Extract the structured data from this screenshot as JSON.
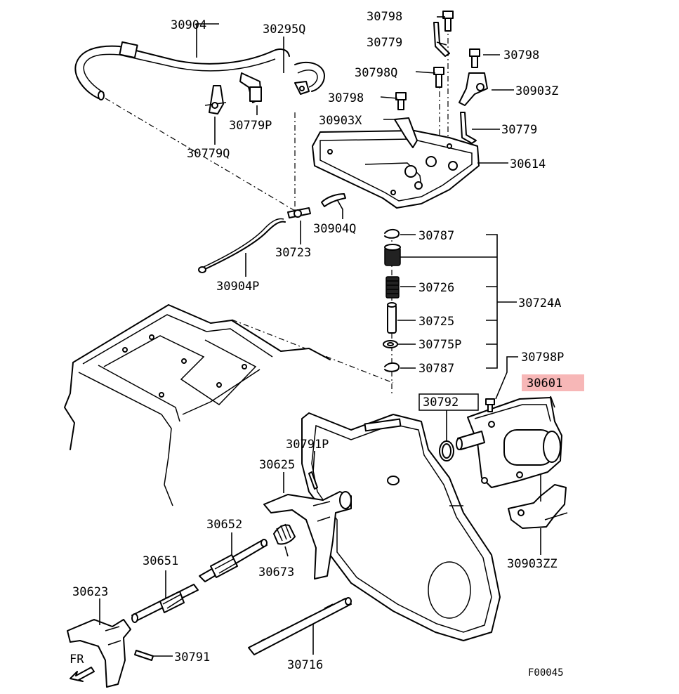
{
  "labels": {
    "p30904": "30904",
    "p30295q": "30295Q",
    "p30798_a": "30798",
    "p30779_a": "30779",
    "p30798_b": "30798",
    "p30798q": "30798Q",
    "p30903z": "30903Z",
    "p30798_c": "30798",
    "p30779p": "30779P",
    "p30903x": "30903X",
    "p30779_b": "30779",
    "p30779q": "30779Q",
    "p30614": "30614",
    "p30904q": "30904Q",
    "p30723": "30723",
    "p30787_a": "30787",
    "p30904p": "30904P",
    "p30726": "30726",
    "p30724a": "30724A",
    "p30725": "30725",
    "p30775p": "30775P",
    "p30798p": "30798P",
    "p30787_b": "30787",
    "p30601": "30601",
    "p30792": "30792",
    "p30791p": "30791P",
    "p30625": "30625",
    "p30652": "30652",
    "p30651": "30651",
    "p30673": "30673",
    "p30903zz": "30903ZZ",
    "p30623": "30623",
    "p30791": "30791",
    "p30716": "30716",
    "fr": "FR",
    "code": "F00045"
  },
  "colors": {
    "highlight": "#f7b7b7",
    "line": "#000000"
  }
}
